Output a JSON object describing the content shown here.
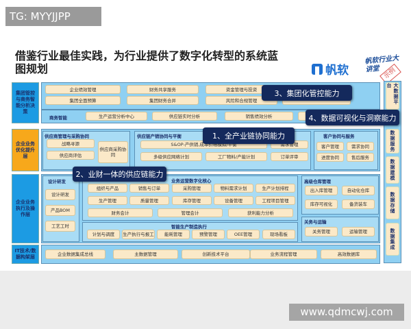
{
  "watermark_top": "TG: MYYJJPP",
  "watermark_bottom": "www.qdmcwj.com",
  "title": "借鉴行业最佳实践，为行业提供了数字化转型的系统蓝图规划",
  "logo": {
    "brand": "帆软",
    "badge": "帆软行业大讲堂",
    "stamp": "示例"
  },
  "layers": [
    "集团管控与商务智能分析决策",
    "企业业务优化提升层",
    "企业业务执行及操作层",
    "IT技术/数据构架层"
  ],
  "group": {
    "row1": [
      "企业绩效管理",
      "财务共享服务",
      "资金管理与投资",
      ""
    ],
    "row2": [
      "集团全面预算",
      "集团财务合并",
      "风险和合规管理",
      ""
    ],
    "bi_label": "商务智能",
    "bi": [
      "生产运营分析中心",
      "供应链实时分析",
      "销售绩效分析",
      ""
    ]
  },
  "optimize": {
    "supplier": {
      "title": "供应商管理与采购协同",
      "items": [
        "战略寻源",
        "供应商评估",
        "供应商采购协同"
      ]
    },
    "supply_chain": {
      "title": "供应链产销协同与平衡",
      "items": [
        "S&OP-产供销,成本价格模拟/平衡",
        "需求管理",
        "多级供应网络计划",
        "工厂物料/产能计划",
        "订单评审"
      ]
    },
    "customer": {
      "title": "客户协同与服务",
      "items": [
        "客户管理",
        "需求协同",
        "进度协同",
        "售后服务"
      ]
    }
  },
  "execute": {
    "design": {
      "title": "设计研发",
      "items": [
        "设计研发",
        "产品BOM",
        "工艺工时"
      ]
    },
    "core": {
      "title": "业务运营数字化核心",
      "items": [
        "组织与产品",
        "销售与订单",
        "采购管理",
        "物料需求计划",
        "生产计划排程",
        "生产管理",
        "质量管理",
        "库存管理",
        "设备管理",
        "工程项目管理",
        "财务会计",
        "管理会计",
        "获利能力分析"
      ]
    },
    "mes": {
      "title": "智能生产制造执行",
      "items": [
        "计划与调度",
        "生产执行与报工",
        "能耗管理",
        "预警管理",
        "OEE管理",
        "现场看板"
      ]
    },
    "warehouse": {
      "title": "高级仓库管理",
      "items": [
        "出入库管理",
        "自动化仓库",
        "库存可视化",
        "备货装车"
      ]
    },
    "customs": {
      "title": "关务与运输",
      "items": [
        "关务管理",
        "运输管理"
      ]
    }
  },
  "it": [
    "企业数据集成总线",
    "主数据管理",
    "创新技术平台",
    "业务流程管理",
    "高效数据库"
  ],
  "bigdata": [
    "大数据平台",
    "数据服务",
    "数据建模",
    "数据存储",
    "数据集成"
  ],
  "callouts": [
    "3、集团化管控能力",
    "4、数据可视化与洞察能力",
    "1、全产业链协同能力",
    "2、业财一体的供应链能力"
  ],
  "colors": {
    "layer_blue": "#1c9be3",
    "layer_orange": "#f7a81b",
    "callout": "#14295c",
    "box": "#fbe9c8"
  }
}
